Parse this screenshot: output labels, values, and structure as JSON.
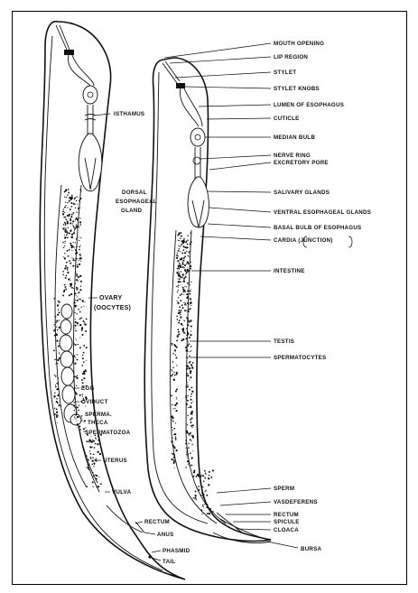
{
  "female_labels": {
    "isthmus": "ISTHAMUS",
    "dorsal_gland_1": "DORSAL",
    "dorsal_gland_2": "ESOPHAGEAL",
    "dorsal_gland_3": "GLAND",
    "ovary_1": "OVARY",
    "ovary_2": "(OOCYTES)",
    "egg": "EGG",
    "oviduct": "OVIDUCT",
    "spermatheca_1": "SPERMA.",
    "spermatheca_2": "THECA",
    "spermatozoa": "SPERMATOZOA",
    "uterus": "UTERUS",
    "vulva": "VULVA",
    "rectum": "RECTUM",
    "anus": "ANUS",
    "phasmid": "PHASMID",
    "tail": "TAIL"
  },
  "male_labels": {
    "mouth_opening": "MOUTH OPENING",
    "lip_region": "LIP REGION",
    "stylet": "STYLET",
    "stylet_knobs": "STYLET KNOBS",
    "lumen": "LUMEN OF ESOPHAGUS",
    "cuticle": "CUTICLE",
    "median_bulb": "MEDIAN BULB",
    "nerve_ring": "NERVE RING",
    "excretory_pore": "EXCRETORY PORE",
    "salivary": "SALIVARY GLANDS",
    "ventral_glands": "VENTRAL ESOPHAGEAL GLANDS",
    "basal_bulb": "BASAL BULB OF ESOPHAGUS",
    "cardia": "CARDIA (JUNCTION)",
    "intestine": "INTESTINE",
    "testis": "TESTIS",
    "spermatocytes": "SPERMATOCYTES",
    "sperm": "SPERM",
    "vas_deferens": "VASDEFERENS",
    "rectum": "RECTUM",
    "spicule": "SPICULE",
    "cloaca": "CLOACA",
    "bursa": "BURSA"
  }
}
